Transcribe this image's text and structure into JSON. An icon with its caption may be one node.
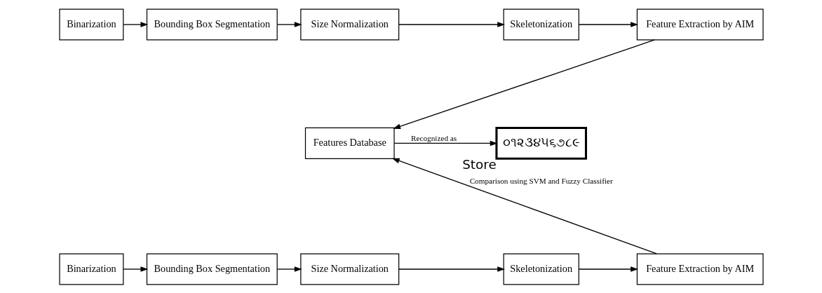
{
  "diagram": {
    "nodes": [
      {
        "text": [
          "Binarization"
        ]
      },
      {
        "text": [
          "Bounding Box Segmentation"
        ]
      },
      {
        "text": [
          "Size Normalization"
        ]
      },
      {
        "text": [
          "Skeletonization"
        ]
      },
      {
        "text": [
          "Feature Extraction by AIM"
        ]
      },
      {
        "text": [
          "Features Database"
        ]
      },
      {
        "text": [
          "૦૧૨૩૪૫૬૭૮૯"
        ],
        "beside": [
          "Store"
        ]
      },
      {
        "text": [
          "Binarization"
        ]
      },
      {
        "text": [
          "Bounding Box Segmentation"
        ]
      },
      {
        "text": [
          "Size Normalization"
        ]
      },
      {
        "text": [
          "Skeletonization"
        ]
      },
      {
        "text": [
          "Feature Extraction by AIM"
        ]
      }
    ],
    "edges": [
      {
        "from": 0,
        "to": 1,
        "arrow": "to"
      },
      {
        "from": 1,
        "to": 2,
        "arrow": "to"
      },
      {
        "from": 2,
        "to": 3,
        "arrow": "to"
      },
      {
        "from": 3,
        "to": 4,
        "arrow": "to"
      },
      {
        "from": 4,
        "to": 5,
        "arrow": "to"
      },
      {
        "from": 5,
        "to": 6,
        "arrow": "to",
        "label": "Recognized as"
      },
      {
        "from": 7,
        "to": 8,
        "arrow": "to"
      },
      {
        "from": 8,
        "to": 9,
        "arrow": "to"
      },
      {
        "from": 9,
        "to": 10,
        "arrow": "to"
      },
      {
        "from": 10,
        "to": 11,
        "arrow": "to"
      },
      {
        "from": 11,
        "to": 5,
        "arrow": "to",
        "label": "Comparison using SVM and Fuzzy Classifier"
      }
    ]
  }
}
